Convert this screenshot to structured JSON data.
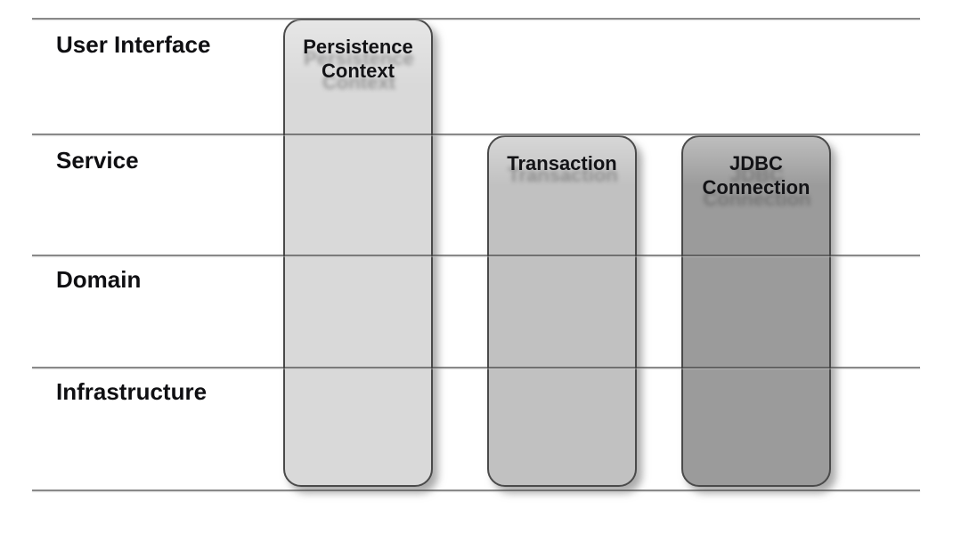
{
  "diagram": {
    "type": "layered-architecture-scope-diagram",
    "layers": [
      {
        "label": "User Interface"
      },
      {
        "label": "Service"
      },
      {
        "label": "Domain"
      },
      {
        "label": "Infrastructure"
      }
    ],
    "scopes": [
      {
        "label": "Persistence Context",
        "fill": "#d9d9d9",
        "spans_layers": [
          "User Interface",
          "Service",
          "Domain",
          "Infrastructure"
        ]
      },
      {
        "label": "Transaction",
        "fill": "#c1c1c1",
        "spans_layers": [
          "Service",
          "Domain",
          "Infrastructure"
        ]
      },
      {
        "label": "JDBC Connection",
        "fill": "#9b9b9b",
        "spans_layers": [
          "Service",
          "Domain",
          "Infrastructure"
        ]
      }
    ],
    "colors": {
      "background": "#ffffff",
      "divider_line": "#808080",
      "box_border": "#4a4a4a",
      "layer_label_text": "#0f0f12",
      "box_label_text": "#131316"
    }
  }
}
